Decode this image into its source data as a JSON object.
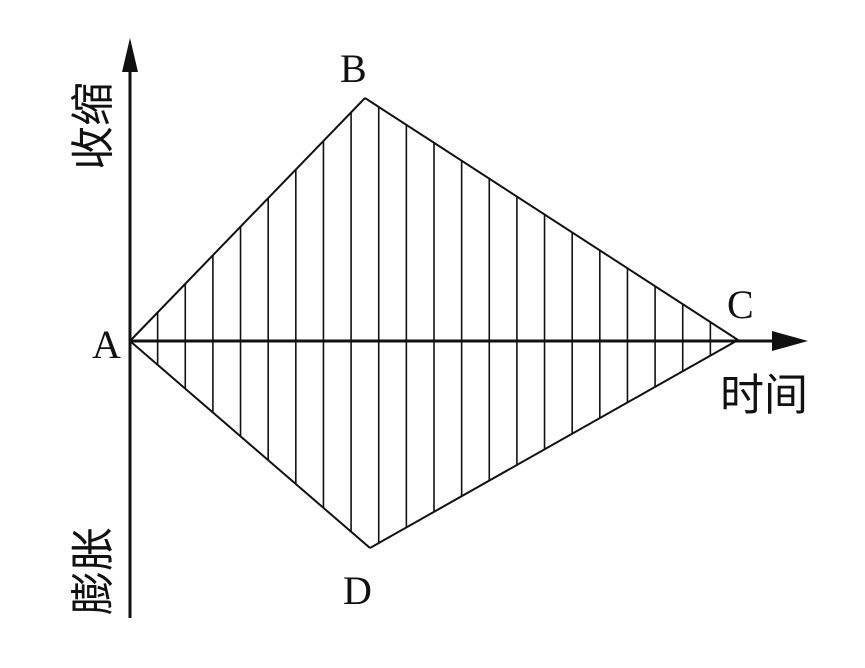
{
  "diagram": {
    "points": {
      "A": "A",
      "B": "B",
      "C": "C",
      "D": "D"
    },
    "axes": {
      "y_positive_label": "收缩",
      "y_negative_label": "膨胀",
      "x_label": "时间"
    },
    "hatch": {
      "line_count": 21
    }
  }
}
